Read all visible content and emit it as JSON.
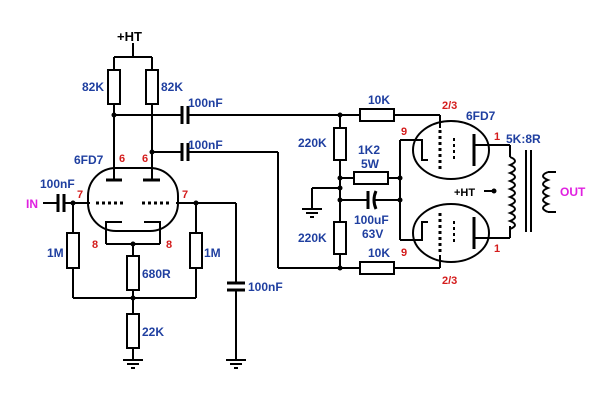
{
  "supply": {
    "ht_top": "+HT",
    "ht_transformer": "+HT"
  },
  "signals": {
    "input": "IN",
    "output": "OUT"
  },
  "components": {
    "r_plate_left": "82K",
    "r_plate_right": "82K",
    "c_coupling_top": "100nF",
    "c_coupling_mid": "100nF",
    "c_input": "100nF",
    "r_grid_left": "1M",
    "r_grid_right": "1M",
    "r_cathode_shared": "680R",
    "r_tail": "22K",
    "c_grid_bypass": "100nF",
    "r_bias_top": "220K",
    "r_bias_bottom": "220K",
    "r_cathode_out_value": "1K2",
    "r_cathode_out_power": "5W",
    "c_cathode_out_value": "100uF",
    "c_cathode_out_voltage": "63V",
    "r_grid_stop_top": "10K",
    "r_grid_stop_bottom": "10K",
    "transformer": "5K:8R"
  },
  "tubes": {
    "driver": "6FD7",
    "output": "6FD7"
  },
  "pins": {
    "driver_plate_left": "6",
    "driver_plate_right": "6",
    "driver_grid_left": "7",
    "driver_grid_right": "7",
    "driver_cathode_left": "8",
    "driver_cathode_right": "8",
    "output_grid_top": "2/3",
    "output_grid_bottom": "2/3",
    "output_cathode_top": "9",
    "output_cathode_bottom": "9",
    "output_plate_top": "1",
    "output_plate_bottom": "1"
  },
  "colors": {
    "label_blue": "#1f3fa0",
    "pin_red": "#d41c1c",
    "io_magenta": "#e020e0"
  }
}
